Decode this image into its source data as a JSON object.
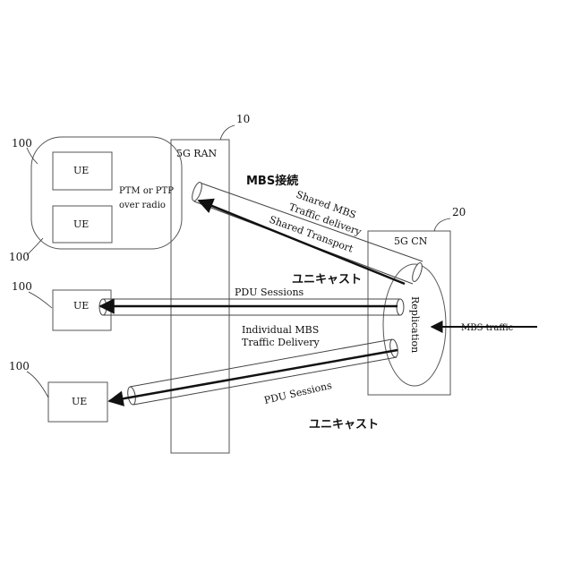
{
  "ran": {
    "ref": "10",
    "label": "5G RAN"
  },
  "cn": {
    "ref": "20",
    "label": "5G CN",
    "replication": "Replication"
  },
  "ues": [
    {
      "ref": "100",
      "label": "UE"
    },
    {
      "ref": "100",
      "label": "UE"
    },
    {
      "ref": "100",
      "label": "UE"
    },
    {
      "ref": "100",
      "label": "UE"
    }
  ],
  "ptm_group": {
    "line1": "PTM or PTP",
    "line2": "over radio"
  },
  "mbs_connection": "MBS接続",
  "shared": {
    "line1": "Shared MBS",
    "line2": "Traffic delivery",
    "transport": "Shared Transport"
  },
  "individual": {
    "line1": "Individual MBS",
    "line2": "Traffic Delivery"
  },
  "pdu_sessions": "PDU Sessions",
  "unicast": "ユニキャスト",
  "mbs_traffic": "MBS traffic"
}
